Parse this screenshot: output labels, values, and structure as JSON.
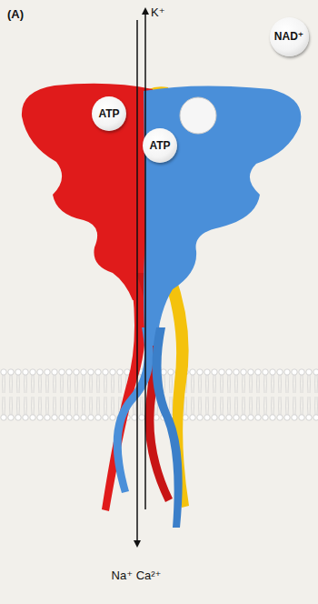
{
  "diagram": {
    "nodes": [
      {
        "text": [
          "NAD⁺"
        ]
      },
      {
        "text": [
          "ATP"
        ]
      },
      {
        "text": [
          "ATP"
        ]
      }
    ],
    "labels": [
      "(A)",
      "K⁺",
      "Na⁺ Ca²⁺"
    ]
  }
}
